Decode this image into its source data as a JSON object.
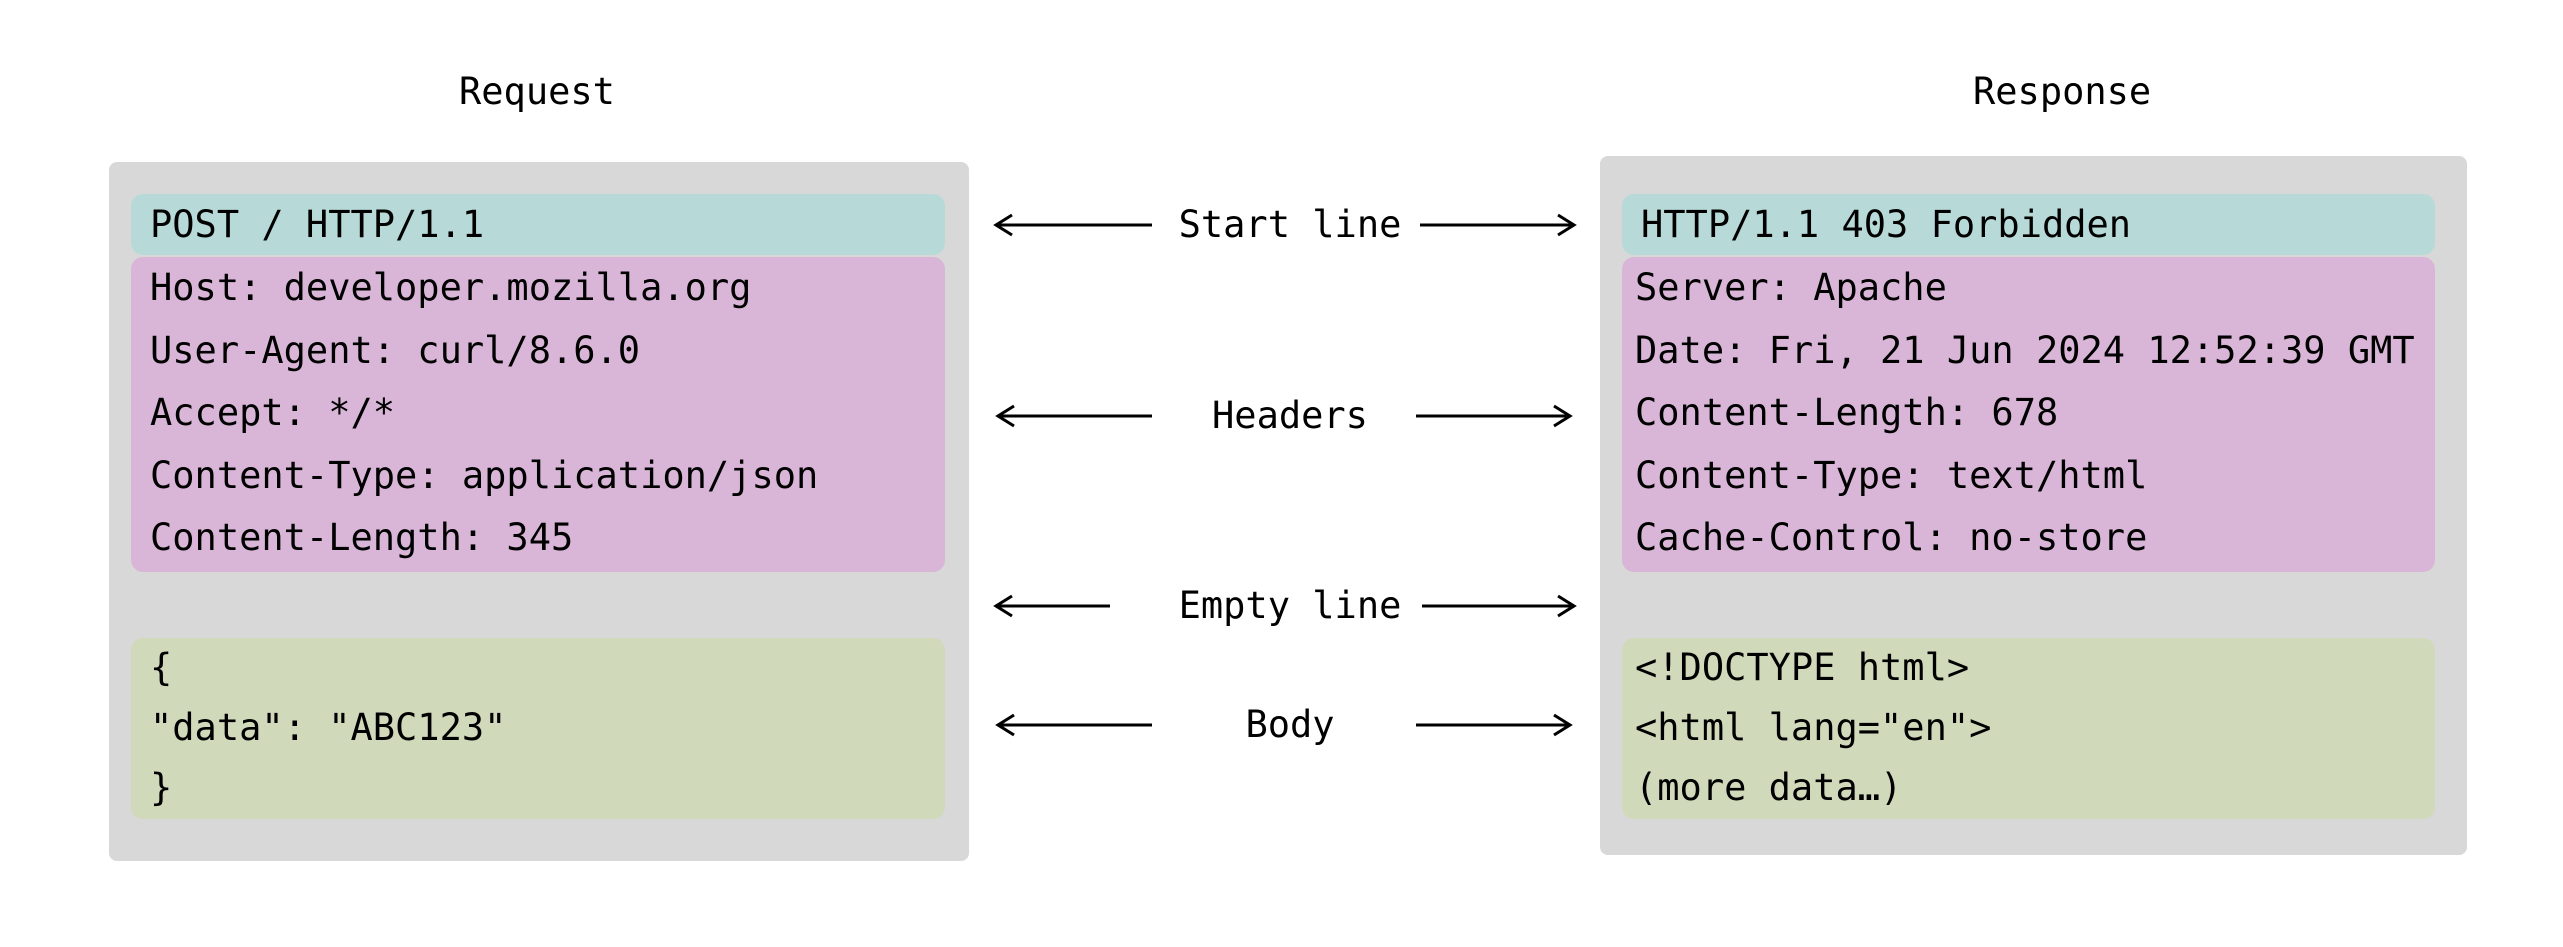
{
  "request": {
    "title": "Request",
    "start_line": "POST / HTTP/1.1",
    "headers": [
      "Host: developer.mozilla.org",
      "User-Agent: curl/8.6.0",
      "Accept: */*",
      "Content-Type: application/json",
      "Content-Length: 345"
    ],
    "body": [
      "{",
      "\"data\": \"ABC123\"",
      "}"
    ]
  },
  "response": {
    "title": "Response",
    "start_line": "HTTP/1.1 403 Forbidden",
    "headers": [
      "Server: Apache",
      "Date: Fri, 21 Jun 2024 12:52:39 GMT",
      "Content-Length: 678",
      "Content-Type: text/html",
      "Cache-Control: no-store"
    ],
    "body": [
      "<!DOCTYPE html>",
      "<html lang=\"en\">",
      "(more data…)"
    ]
  },
  "connectors": {
    "start_line": "Start line",
    "headers": "Headers",
    "empty_line": "Empty line",
    "body": "Body"
  },
  "colors": {
    "panel_background": "#d8d8d8",
    "start_line": "#b7dad9",
    "headers": "#d9b6d8",
    "body": "#d1d9bb"
  }
}
